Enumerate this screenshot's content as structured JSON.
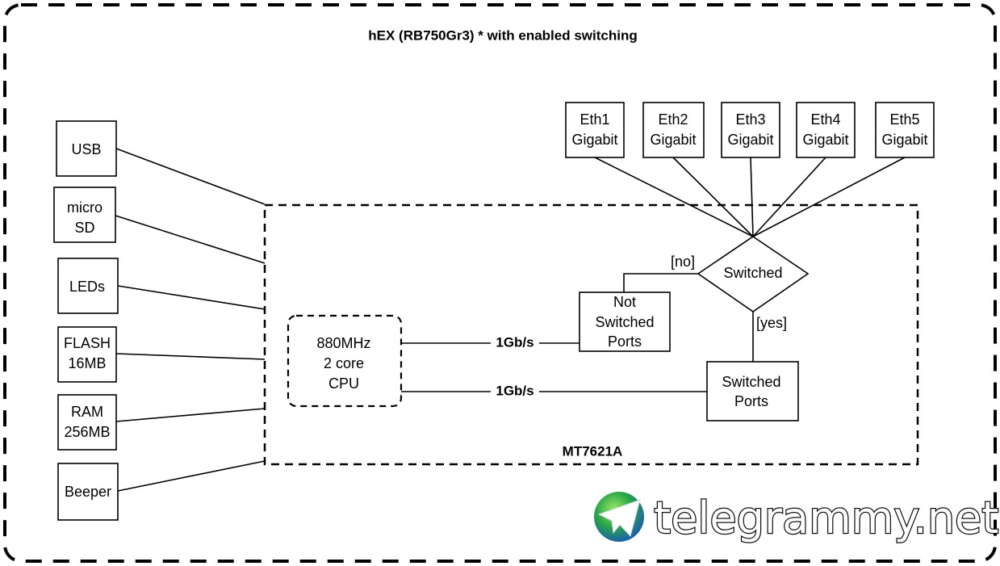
{
  "title": "hEX (RB750Gr3) * with enabled switching",
  "peripherals": [
    {
      "lines": [
        "USB"
      ]
    },
    {
      "lines": [
        "micro",
        "SD"
      ]
    },
    {
      "lines": [
        "LEDs"
      ]
    },
    {
      "lines": [
        "FLASH",
        "16MB"
      ]
    },
    {
      "lines": [
        "RAM",
        "256MB"
      ]
    },
    {
      "lines": [
        "Beeper"
      ]
    }
  ],
  "soc": {
    "label": "MT7621A"
  },
  "cpu": {
    "lines": [
      "880MHz",
      "2 core",
      "CPU"
    ]
  },
  "links": [
    {
      "label": "1Gb/s"
    },
    {
      "label": "1Gb/s"
    }
  ],
  "not_switched": {
    "lines": [
      "Not",
      "Switched",
      "Ports"
    ]
  },
  "switched_ports": {
    "lines": [
      "Switched",
      "Ports"
    ]
  },
  "decision": {
    "label": "Switched",
    "no_label": "[no]",
    "yes_label": "[yes]"
  },
  "ports": [
    {
      "lines": [
        "Eth1",
        "Gigabit"
      ]
    },
    {
      "lines": [
        "Eth2",
        "Gigabit"
      ]
    },
    {
      "lines": [
        "Eth3",
        "Gigabit"
      ]
    },
    {
      "lines": [
        "Eth4",
        "Gigabit"
      ]
    },
    {
      "lines": [
        "Eth5",
        "Gigabit"
      ]
    }
  ],
  "watermark": {
    "text": "telegrammy.net",
    "icon": "telegram-globe-icon"
  }
}
